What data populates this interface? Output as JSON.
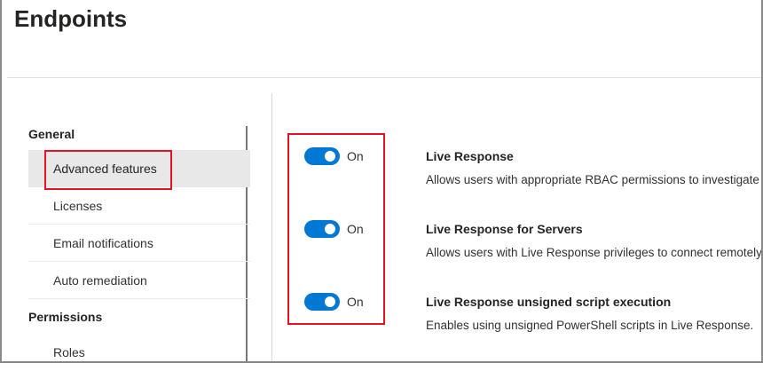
{
  "header": {
    "title": "Endpoints"
  },
  "sidebar": {
    "groups": [
      {
        "label": "General",
        "items": [
          {
            "label": "Advanced features",
            "selected": true
          },
          {
            "label": "Licenses"
          },
          {
            "label": "Email notifications"
          },
          {
            "label": "Auto remediation"
          }
        ]
      },
      {
        "label": "Permissions",
        "items": [
          {
            "label": "Roles"
          }
        ]
      }
    ]
  },
  "features": [
    {
      "state": "On",
      "title": "Live Response",
      "description": "Allows users with appropriate RBAC permissions to investigate"
    },
    {
      "state": "On",
      "title": "Live Response for Servers",
      "description": "Allows users with Live Response privileges to connect remotely"
    },
    {
      "state": "On",
      "title": "Live Response unsigned script execution",
      "description": "Enables using unsigned PowerShell scripts in Live Response."
    }
  ],
  "colors": {
    "accent": "#0078d4",
    "highlight": "#e81123"
  }
}
